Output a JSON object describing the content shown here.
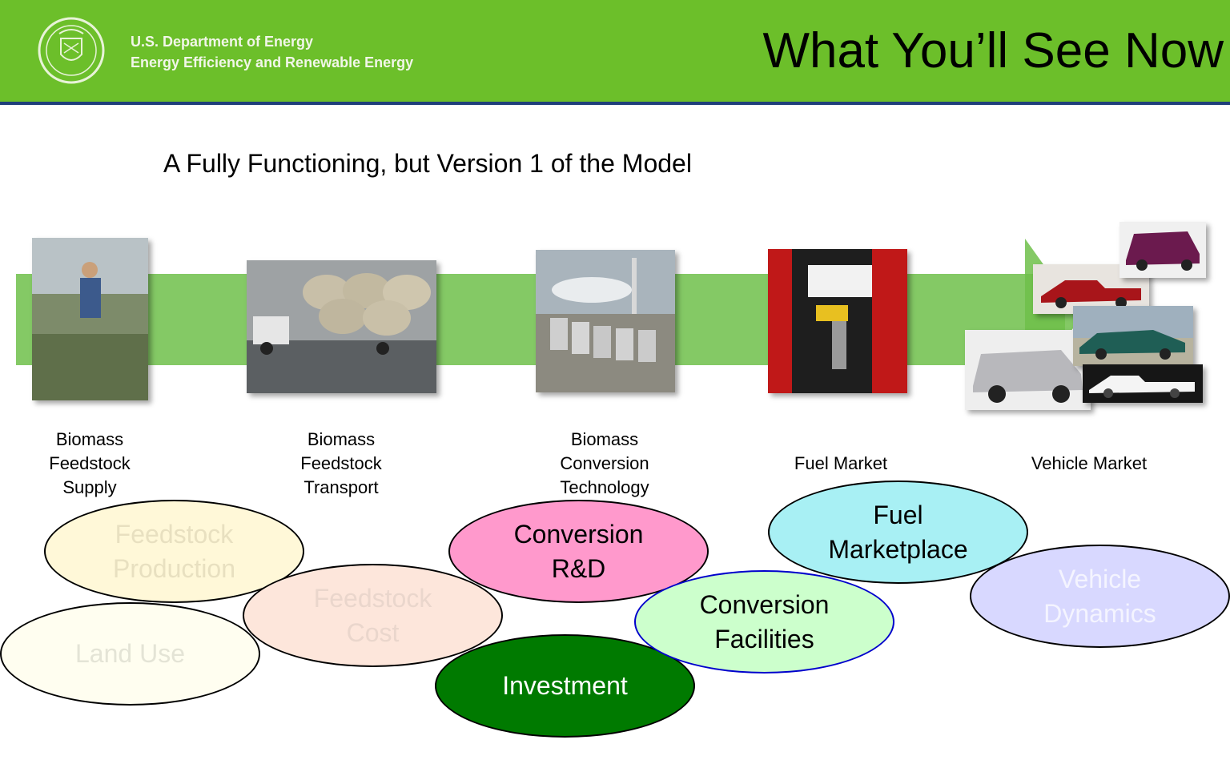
{
  "header": {
    "org_line1": "U.S. Department of Energy",
    "org_line2": "Energy Efficiency and Renewable Energy",
    "title": "What You’ll See Now",
    "logo_icon": "doe-seal-icon"
  },
  "subtitle": "A Fully Functioning, but Version 1 of the Model",
  "colors": {
    "header_green": "#6cbf2a",
    "header_rule": "#1f3f7a",
    "band_green": "#6fbf4a"
  },
  "stages": [
    {
      "label": "Biomass\nFeedstock\nSupply",
      "photo": "farmer-in-field-photo"
    },
    {
      "label": "Biomass\nFeedstock\nTransport",
      "photo": "hay-bale-truck-photo"
    },
    {
      "label": "Biomass\nConversion\nTechnology",
      "photo": "biorefinery-plant-photo"
    },
    {
      "label": "Fuel Market",
      "photo": "e85-fuel-pump-photo"
    },
    {
      "label": "Vehicle Market",
      "photo": "vehicles-collage-photo"
    }
  ],
  "modules": [
    {
      "label": "Feedstock\nProduction",
      "fill": "#fff8d8",
      "text_color": "#e8e0c0",
      "border": "#000000"
    },
    {
      "label": "Land Use",
      "fill": "#fffef0",
      "text_color": "#e4e4d6",
      "border": "#000000"
    },
    {
      "label": "Feedstock\nCost",
      "fill": "#fde6db",
      "text_color": "#ead6cc",
      "border": "#000000"
    },
    {
      "label": "Conversion\nR&D",
      "fill": "#ff99cc",
      "text_color": "#000000",
      "border": "#000000"
    },
    {
      "label": "Investment",
      "fill": "#007a00",
      "text_color": "#ffffff",
      "border": "#000000"
    },
    {
      "label": "Conversion\nFacilities",
      "fill": "#ccffcc",
      "text_color": "#000000",
      "border": "#0000cc"
    },
    {
      "label": "Fuel\nMarketplace",
      "fill": "#a8f0f4",
      "text_color": "#000000",
      "border": "#000000"
    },
    {
      "label": "Vehicle\nDynamics",
      "fill": "#d8d8ff",
      "text_color": "#f4f4ff",
      "border": "#000000"
    }
  ]
}
